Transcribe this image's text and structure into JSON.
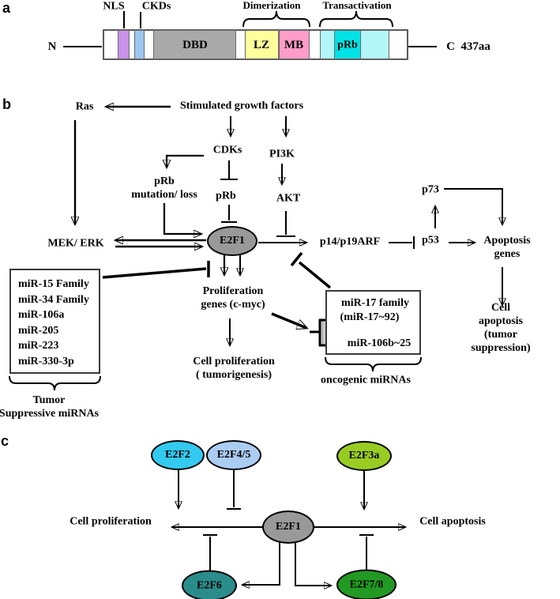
{
  "panel_a": {
    "label": "a",
    "n_terminus": "N",
    "c_terminus": "C  437aa",
    "domains": {
      "nls": "NLS",
      "ckds": "CKDs",
      "dbd": "DBD",
      "lz": "LZ",
      "mb": "MB",
      "prb_binding": "pRb"
    },
    "brackets": {
      "dimerization": "Dimerization",
      "transactivation": "Transactivation"
    },
    "colors": {
      "nls": "#c792e8",
      "ckds": "#9cc7f0",
      "dbd": "#a9a9a9",
      "lz": "#ffff9c",
      "mb": "#ff9cc8",
      "transactivation_region": "#b2f6f8",
      "prb_core": "#00e2e6"
    }
  },
  "panel_b": {
    "label": "b",
    "nodes": {
      "ras": "Ras",
      "growth_factors": "Stimulated growth factors",
      "cdks": "CDKs",
      "pi3k": "PI3K",
      "prb_mutation": "pRb\nmutation/ loss",
      "prb": "pRb",
      "akt": "AKT",
      "mek_erk": "MEK/ ERK",
      "e2f1": "E2F1",
      "p14_p19arf": "p14/p19ARF",
      "p53": "p53",
      "p73": "p73",
      "apoptosis_genes": "Apoptosis\ngenes",
      "proliferation_genes": "Proliferation\ngenes (c-myc)",
      "cell_proliferation": "Cell proliferation\n( tumorigenesis)",
      "cell_apoptosis": "Cell apoptosis\n(tumor suppression)"
    },
    "tumor_suppressive_box": {
      "items": [
        "miR-15 Family",
        "miR-34 Family",
        "miR-106a",
        "miR-205",
        "miR-223",
        "miR-330-3p"
      ],
      "caption": "Tumor\nSuppressive miRNAs"
    },
    "oncogenic_box": {
      "line1": "miR-17 family",
      "line2": "(miR-17~92)",
      "line3": "miR-106b~25",
      "caption": "oncogenic miRNAs"
    },
    "colors": {
      "activation_magenta": "#ff00e0",
      "regulation_blue": "#3355ee",
      "node_gray": "#999999"
    }
  },
  "panel_c": {
    "label": "c",
    "nodes": {
      "e2f2": "E2F2",
      "e2f4_5": "E2F4/5",
      "e2f3a": "E2F3a",
      "e2f1": "E2F1",
      "e2f6": "E2F6",
      "e2f7_8": "E2F7/8",
      "cell_proliferation": "Cell proliferation",
      "cell_apoptosis": "Cell apoptosis"
    },
    "colors": {
      "e2f2": "#33c9f0",
      "e2f4_5": "#abcdf4",
      "e2f3a": "#99cc22",
      "e2f1": "#999999",
      "e2f6": "#2b8c8c",
      "e2f7_8": "#229922"
    }
  }
}
